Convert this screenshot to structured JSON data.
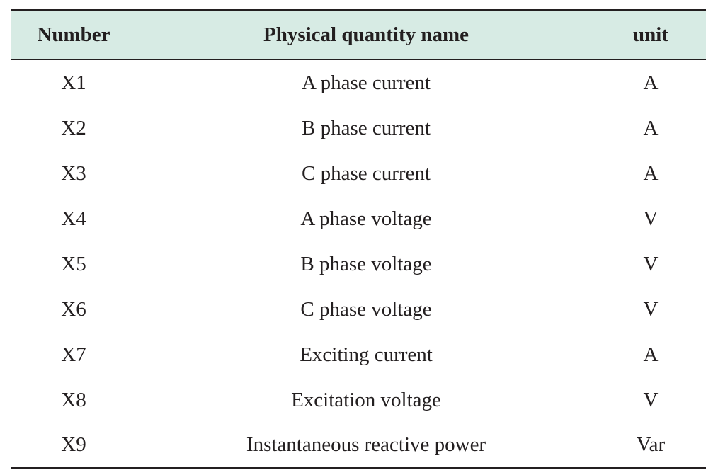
{
  "table": {
    "headers": [
      "Number",
      "Physical quantity name",
      "unit"
    ],
    "rows": [
      [
        "X1",
        "A phase current",
        "A"
      ],
      [
        "X2",
        "B phase current",
        "A"
      ],
      [
        "X3",
        "C phase current",
        "A"
      ],
      [
        "X4",
        "A phase voltage",
        "V"
      ],
      [
        "X5",
        "B phase voltage",
        "V"
      ],
      [
        "X6",
        "C phase voltage",
        "V"
      ],
      [
        "X7",
        "Exciting current",
        "A"
      ],
      [
        "X8",
        "Excitation voltage",
        "V"
      ],
      [
        "X9",
        "Instantaneous reactive power",
        "Var"
      ]
    ]
  },
  "colors": {
    "header_background": "#d7ebe4",
    "rule_color": "#231f20",
    "text_color": "#231f20"
  }
}
